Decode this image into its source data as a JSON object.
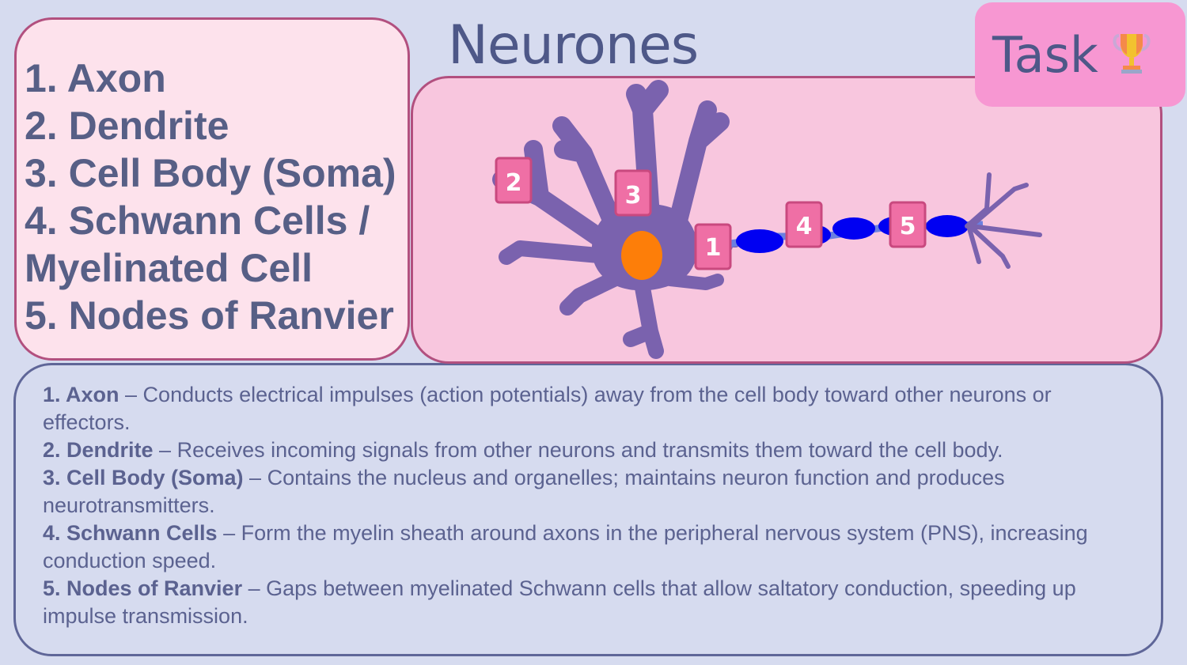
{
  "title": "Neurones",
  "task": {
    "label": "Task",
    "icon": "trophy-icon"
  },
  "terms": [
    "1. Axon",
    "2. Dendrite",
    "3. Cell Body (Soma)",
    "4. Schwann Cells /",
    "Myelinated Cell",
    "5. Nodes of Ranvier"
  ],
  "diagram": {
    "labels": [
      "1",
      "2",
      "3",
      "4",
      "5"
    ],
    "colors": {
      "cell": "#7a62ae",
      "nucleus": "#fd7e09",
      "myelin": "#0000f2",
      "node": "#6b7fe0",
      "label_bg": "#ef6fa5",
      "label_border": "#c9497f"
    }
  },
  "descriptions": [
    {
      "term": "1. Axon",
      "text": " – Conducts electrical impulses (action potentials) away from the cell body toward other neurons or effectors."
    },
    {
      "term": "2. Dendrite",
      "text": " – Receives incoming signals from other neurons and transmits them toward the cell body."
    },
    {
      "term": "3. Cell Body (Soma)",
      "text": " – Contains the nucleus and organelles; maintains neuron function and produces neurotransmitters."
    },
    {
      "term": "4. Schwann Cells",
      "text": " – Form the myelin sheath around axons in the peripheral nervous system (PNS), increasing conduction speed."
    },
    {
      "term": "5. Nodes of Ranvier",
      "text": " – Gaps between myelinated Schwann cells that allow saltatory conduction, speeding up impulse transmission."
    }
  ]
}
